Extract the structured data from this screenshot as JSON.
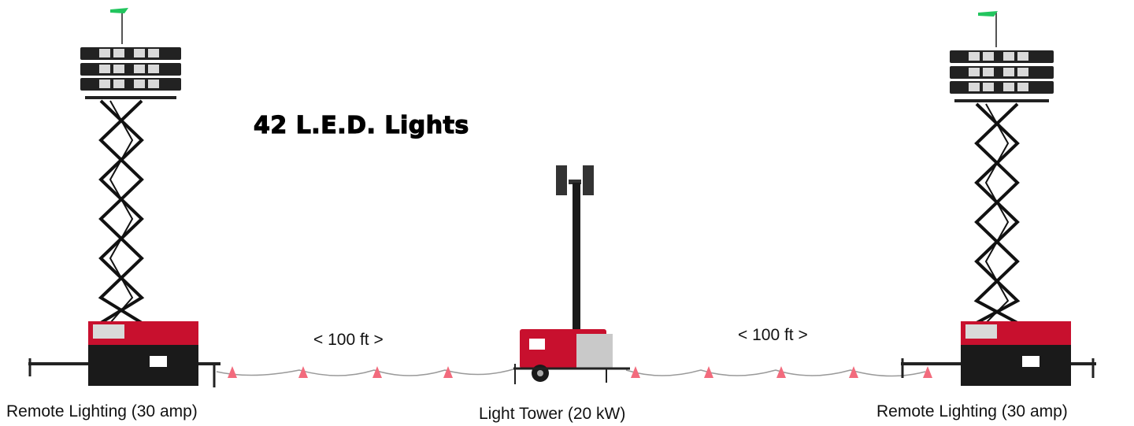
{
  "headline": "42 L.E.D. Lights",
  "labels": {
    "left_unit": "Remote Lighting (30 amp)",
    "center_unit": "Light Tower (20 kW)",
    "right_unit": "Remote Lighting (30 amp)",
    "left_distance": "< 100 ft >",
    "right_distance": "< 100 ft >"
  },
  "colors": {
    "equipment_red": "#c8102e",
    "flag_green": "#22c55e",
    "cone_pink": "#f26b7d",
    "chassis_black": "#1a1a1a"
  }
}
